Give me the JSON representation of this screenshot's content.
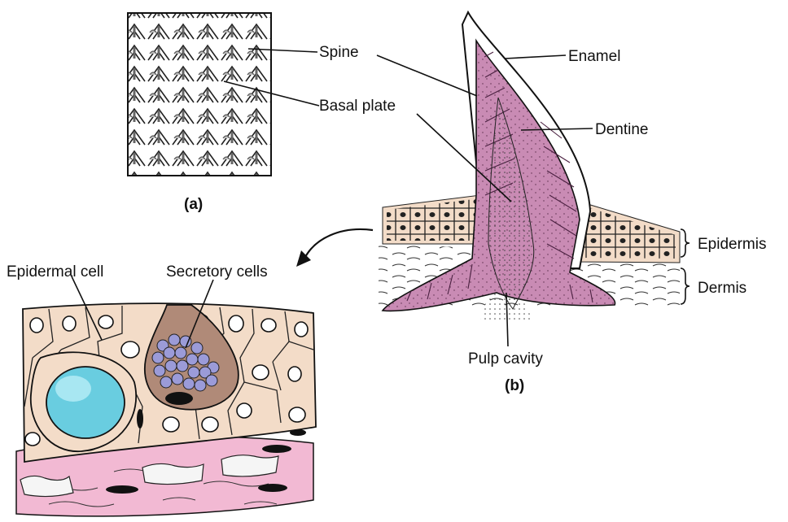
{
  "panel_a": {
    "caption": "(a)",
    "labels": {
      "spine": "Spine",
      "basal_plate": "Basal plate"
    }
  },
  "panel_b": {
    "caption": "(b)",
    "labels": {
      "enamel": "Enamel",
      "dentine": "Dentine",
      "pulp_cavity": "Pulp cavity",
      "epidermis": "Epidermis",
      "dermis": "Dermis"
    }
  },
  "panel_c": {
    "labels": {
      "epidermal_cell": "Epidermal cell",
      "secretory_cells": "Secretory cells"
    }
  },
  "colors": {
    "dentine": "#c98bb4",
    "epidermis_tissue": "#f3dcc8",
    "dermis_pink": "#f2b9d3",
    "nucleus_cyan": "#69cde0",
    "secretory_purple": "#9b9bd8",
    "gland_brown": "#b08a78"
  }
}
